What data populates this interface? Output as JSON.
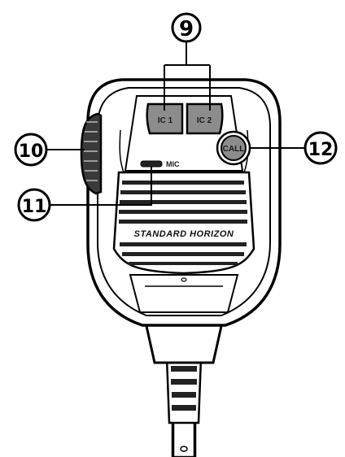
{
  "callouts": {
    "c9": "9",
    "c10": "10",
    "c11": "11",
    "c12": "12"
  },
  "buttons": {
    "ic1": "IC 1",
    "ic2": "IC 2",
    "call": "CALL"
  },
  "labels": {
    "mic": "MIC",
    "brand": "STANDARD HORIZON"
  }
}
